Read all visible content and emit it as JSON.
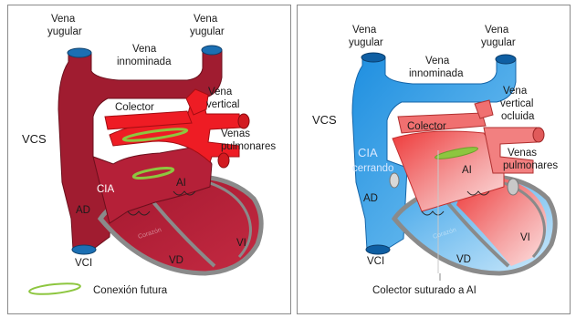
{
  "left_panel": {
    "labels": {
      "vena_yugular_left": [
        "Vena",
        "yugular"
      ],
      "vena_yugular_right": [
        "Vena",
        "yugular"
      ],
      "vena_innominada": [
        "Vena",
        "innominada"
      ],
      "vena_vertical": [
        "Vena",
        "vertical"
      ],
      "colector": "Colector",
      "venas_pulmonares": [
        "Venas",
        "pulmonares"
      ],
      "vcs": "VCS",
      "cia": "CIA",
      "ai": "AI",
      "ad": "AD",
      "vd": "VD",
      "vi": "VI",
      "vci": "VCI",
      "conexion_futura": "Conexión futura"
    }
  },
  "right_panel": {
    "labels": {
      "vena_yugular_left": [
        "Vena",
        "yugular"
      ],
      "vena_yugular_right": [
        "Vena",
        "yugular"
      ],
      "vena_innominada": [
        "Vena",
        "innominada"
      ],
      "vena_vertical_ocluida": [
        "Vena",
        "vertical",
        "ocluida"
      ],
      "colector": "Colector",
      "venas_pulmonares": [
        "Venas",
        "pulmonares"
      ],
      "vcs": "VCS",
      "cia_cerrando": [
        "CIA",
        "cerrando"
      ],
      "ai": "AI",
      "ad": "AD",
      "vd": "VD",
      "vi": "VI",
      "vci": "VCI",
      "colector_suturado": "Colector suturado a AI"
    }
  },
  "colors": {
    "left_venous": "#9a1a2e",
    "left_heart": "#b3203a",
    "pulmonary_red": "#ee1c24",
    "right_venous": "#3ea4e8",
    "right_heart_pink": "#f28b8b",
    "green_connection": "#8dc63f",
    "wall_gray": "#9a9a9a"
  }
}
